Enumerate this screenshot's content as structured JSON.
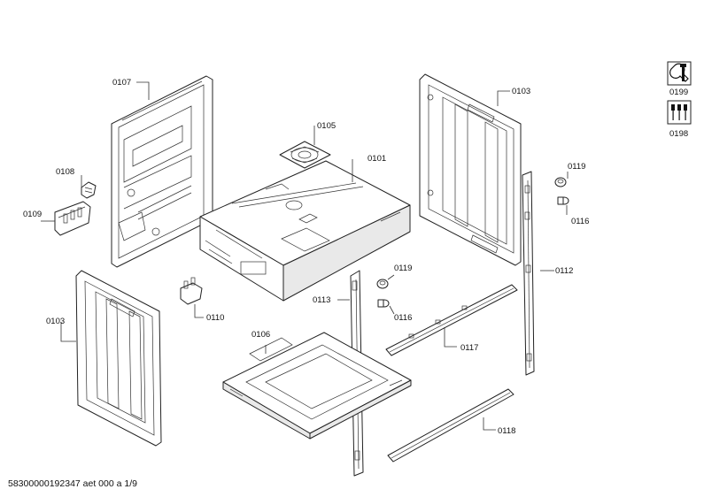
{
  "labels": {
    "p0107": "0107",
    "p0105": "0105",
    "p0101": "0101",
    "p0103_right": "0103",
    "p0108": "0108",
    "p0109": "0109",
    "p0119_top": "0119",
    "p0116_top": "0116",
    "p0112": "0112",
    "p0119_mid": "0119",
    "p0116_mid": "0116",
    "p0113": "0113",
    "p0103_left": "0103",
    "p0110": "0110",
    "p0106": "0106",
    "p0117": "0117",
    "p0118": "0118"
  },
  "icons": {
    "service_label": "0199",
    "service_icon": "wrench-icon",
    "tools_label": "0198",
    "tools_icon": "screwdriver-icon"
  },
  "footer": {
    "document_code": "58300000192347 aet 000 a 1/9"
  }
}
